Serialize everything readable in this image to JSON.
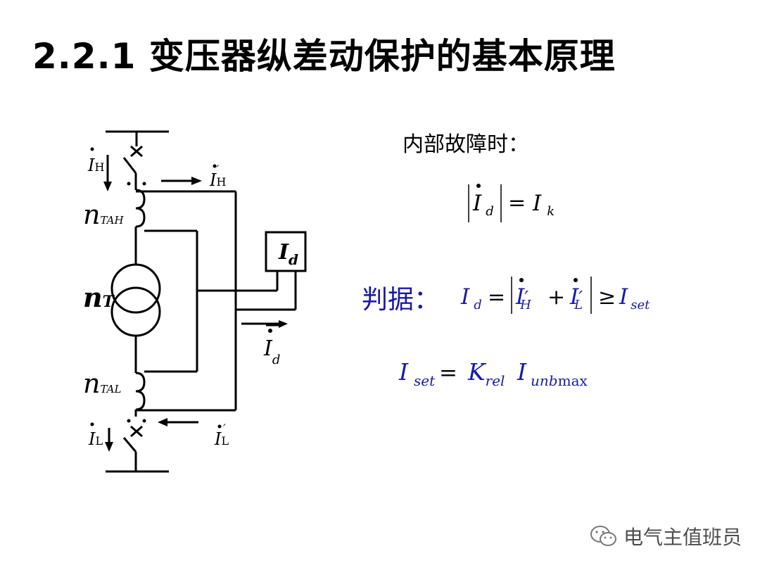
{
  "title": "2.2.1 变压器纵差动保护的基本原理",
  "internal_fault_label": "内部故障时：",
  "criterion_label": "判据：",
  "watermark": "电气主值班员",
  "diagram": {
    "i_h": {
      "sym": "I",
      "sub": "H"
    },
    "i_h_prime": {
      "sym": "I",
      "sub": "H",
      "prime": "′"
    },
    "i_l": {
      "sym": "I",
      "sub": "L"
    },
    "i_l_prime": {
      "sym": "I",
      "sub": "L",
      "prime": "′"
    },
    "n_tah": {
      "sym": "n",
      "sub": "TAH"
    },
    "n_t": {
      "sym": "n",
      "sub": "T"
    },
    "n_tal": {
      "sym": "n",
      "sub": "TAL"
    },
    "relay": {
      "sym": "I",
      "sub": "d"
    },
    "i_d": {
      "sym": "I",
      "sub": "d"
    }
  },
  "formula1": {
    "lhs_sym": "I",
    "lhs_sub": "d",
    "eq": "=",
    "rhs_sym": "I",
    "rhs_sub": "k"
  },
  "formula2": {
    "lhs_sym": "I",
    "lhs_sub": "d",
    "eq": "=",
    "t1_sym": "I",
    "t1_prime": "′",
    "t1_sub": "H",
    "plus": "+",
    "t2_sym": "I",
    "t2_prime": "′",
    "t2_sub": "L",
    "ge": "≥",
    "rhs_sym": "I",
    "rhs_sub": "set"
  },
  "formula3": {
    "lhs_sym": "I",
    "lhs_sub": "set",
    "eq": "=",
    "k_sym": "K",
    "k_sub": "rel",
    "i_sym": "I",
    "i_sub": "unb",
    "i_sub2": "max"
  },
  "colors": {
    "formula_blue": "#1a1aa6",
    "line": "#000000",
    "watermark_gray": "#4d4d4d"
  }
}
